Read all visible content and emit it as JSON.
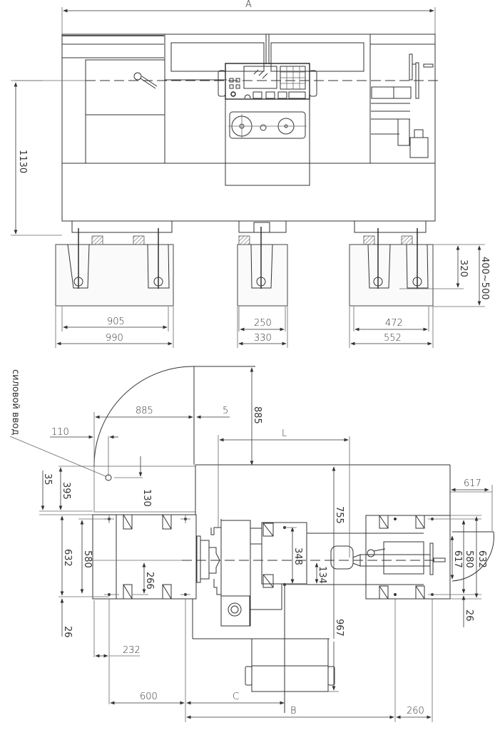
{
  "drawing": {
    "type": "lathe foundation & layout drawing",
    "views": [
      "front-elevation",
      "foundation-section",
      "plan-view"
    ]
  },
  "front_view": {
    "overall_length_label": "A",
    "height_label": "1130",
    "control_panel": "CNC control panel with screen, keypad and handwheels"
  },
  "foundation": {
    "left_block": {
      "inner": "905",
      "outer": "990"
    },
    "middle_block": {
      "inner": "250",
      "outer": "330"
    },
    "right_block": {
      "inner": "472",
      "outer": "552",
      "anchor_depth": "320",
      "depth_range": "400~500"
    }
  },
  "plan_view": {
    "power_input_label": "силовой ввод",
    "door_swing_radius": "885",
    "door_width": "885",
    "gap": "5",
    "power_input_offset_x": "110",
    "power_input_offset_y": "130",
    "left_35": "35",
    "left_395": "395",
    "left_632": "632",
    "left_580": "580",
    "left_26": "26",
    "center_266": "266",
    "left_232": "232",
    "bottom_600": "600",
    "bottom_C": "C",
    "bottom_B": "B",
    "bottom_260": "260",
    "top_L": "L",
    "carriage_348": "348",
    "carriage_134": "134",
    "depth_755": "755",
    "depth_967": "967",
    "right_617_top": "617",
    "right_617": "617",
    "right_580": "580",
    "right_632": "632",
    "right_26": "26"
  }
}
